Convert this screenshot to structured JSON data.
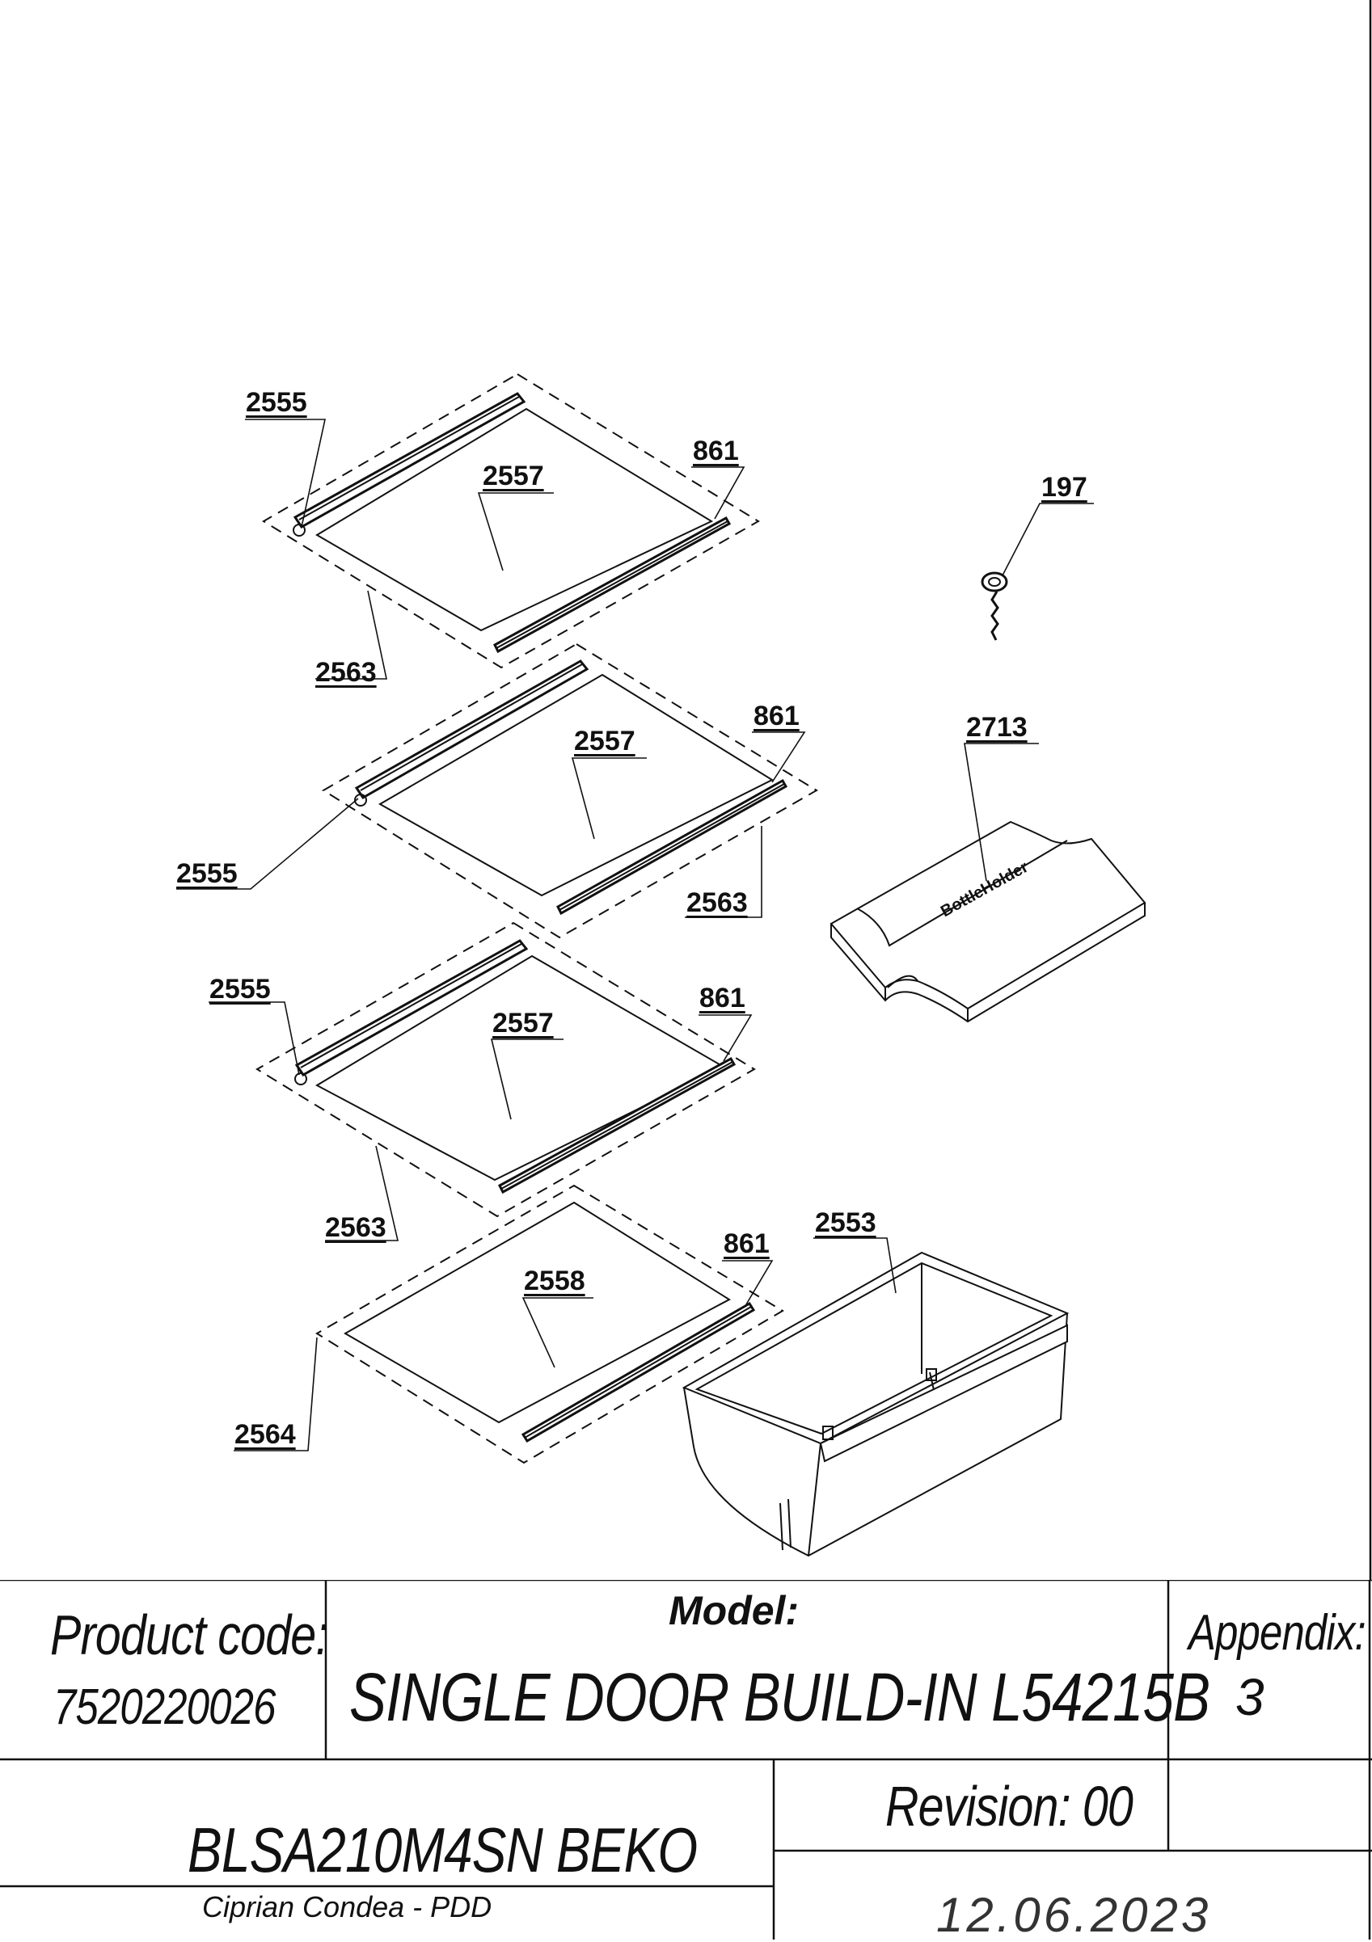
{
  "diagram": {
    "callouts": [
      {
        "id": "c01",
        "label": "2555"
      },
      {
        "id": "c02",
        "label": "861"
      },
      {
        "id": "c03",
        "label": "2557"
      },
      {
        "id": "c04",
        "label": "197"
      },
      {
        "id": "c05",
        "label": "2563"
      },
      {
        "id": "c06",
        "label": "861"
      },
      {
        "id": "c07",
        "label": "2557"
      },
      {
        "id": "c08",
        "label": "2713"
      },
      {
        "id": "c09",
        "label": "2555"
      },
      {
        "id": "c10",
        "label": "2563"
      },
      {
        "id": "c11",
        "label": "2555"
      },
      {
        "id": "c12",
        "label": "861"
      },
      {
        "id": "c13",
        "label": "2557"
      },
      {
        "id": "c14",
        "label": "2563"
      },
      {
        "id": "c15",
        "label": "2553"
      },
      {
        "id": "c16",
        "label": "861"
      },
      {
        "id": "c17",
        "label": "2558"
      },
      {
        "id": "c18",
        "label": "2564"
      }
    ],
    "bottle_holder_imprint": "BottleHolder"
  },
  "title_block": {
    "product_code_label": "Product code:",
    "product_code_value": "7520220026",
    "model_label": "Model:",
    "model_value": "SINGLE DOOR BUILD-IN L54215B",
    "appendix_label": "Appendix:",
    "appendix_value": "3",
    "product_name": "BLSA210M4SN BEKO",
    "revision": "Revision: 00",
    "author": "Ciprian Condea - PDD",
    "date": "12.06.2023"
  }
}
